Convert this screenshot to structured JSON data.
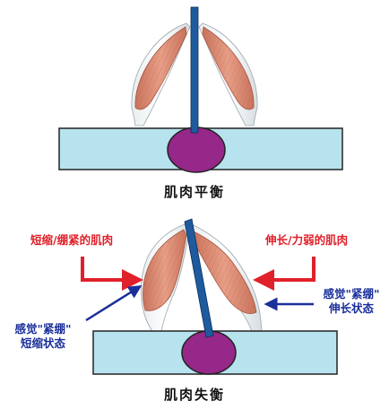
{
  "top_panel": {
    "caption": "肌肉平衡"
  },
  "bottom_panel": {
    "caption": "肌肉失衡",
    "label_left_red": "短缩/绷紧的肌肉",
    "label_right_red": "伸长/力弱的肌肉",
    "label_left_blue": [
      "感觉\"紧绷\"",
      "短缩状态"
    ],
    "label_right_blue": [
      "感觉\"紧绷\"",
      "伸长状态"
    ]
  },
  "colors": {
    "bone_bar": "#b7e3ee",
    "joint": "#96288a",
    "spine": "#1e5b9e",
    "muscle": "#d98d74",
    "arrow_red": "#e0202a",
    "arrow_blue": "#1a2f9a"
  }
}
